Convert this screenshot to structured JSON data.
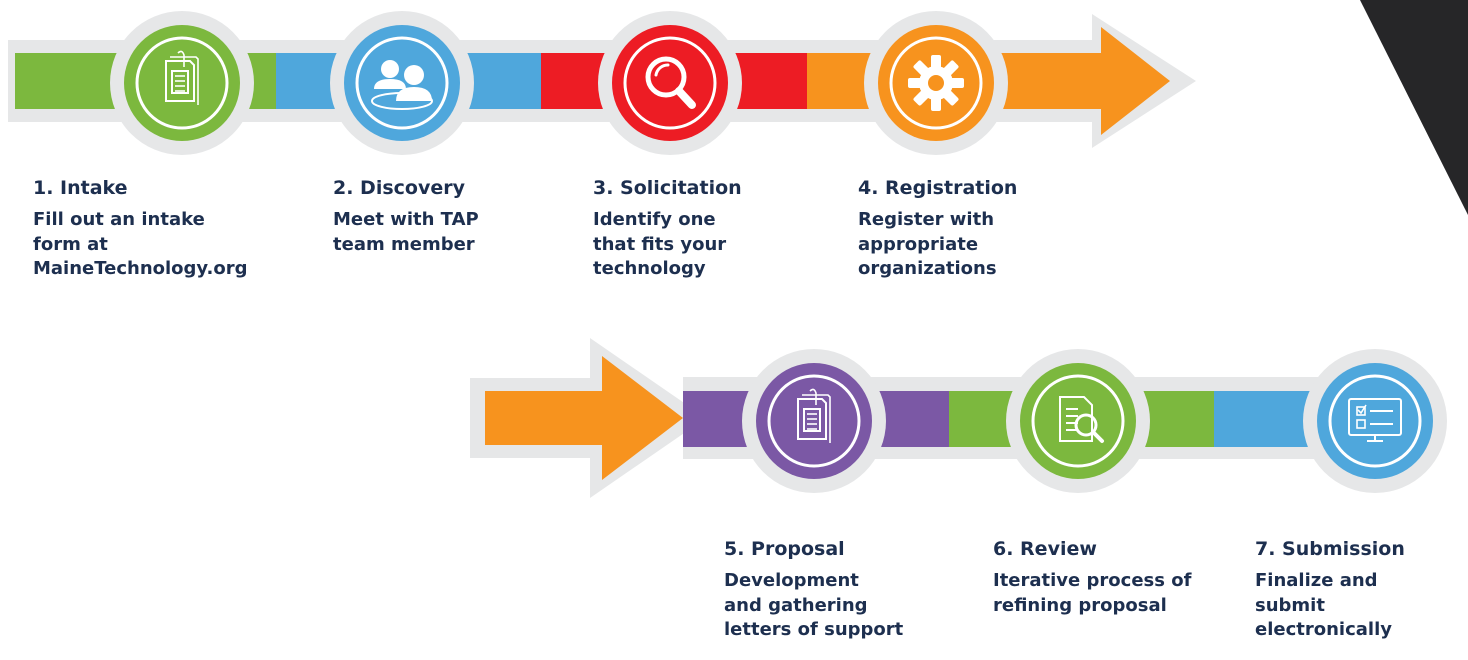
{
  "colors": {
    "green": "#7cb83e",
    "blue": "#4fa7dc",
    "red": "#ed1c24",
    "orange": "#f7931e",
    "purple": "#7b58a5",
    "text": "#1d2f4f",
    "halo": "#e6e7e8",
    "corner": "#262628"
  },
  "steps": [
    {
      "title": "1. Intake",
      "desc": [
        "Fill out an intake",
        "form at",
        "MaineTechnology.org"
      ],
      "color": "green",
      "icon": "document-stack-icon"
    },
    {
      "title": "2. Discovery",
      "desc": [
        "Meet with TAP",
        "team member"
      ],
      "color": "blue",
      "icon": "team-meeting-icon"
    },
    {
      "title": "3. Solicitation",
      "desc": [
        "Identify one",
        "that fits your",
        "technology"
      ],
      "color": "red",
      "icon": "magnifier-icon"
    },
    {
      "title": "4. Registration",
      "desc": [
        "Register with",
        "appropriate",
        "organizations"
      ],
      "color": "orange",
      "icon": "gear-icon"
    },
    {
      "title": "5. Proposal",
      "desc": [
        "Development",
        "and gathering",
        "letters of support"
      ],
      "color": "purple",
      "icon": "document-stack-icon"
    },
    {
      "title": "6. Review",
      "desc": [
        "Iterative process of",
        "refining proposal"
      ],
      "color": "green",
      "icon": "document-review-icon"
    },
    {
      "title": "7. Submission",
      "desc": [
        "Finalize and",
        "submit",
        "electronically"
      ],
      "color": "blue",
      "icon": "monitor-checklist-icon"
    }
  ]
}
